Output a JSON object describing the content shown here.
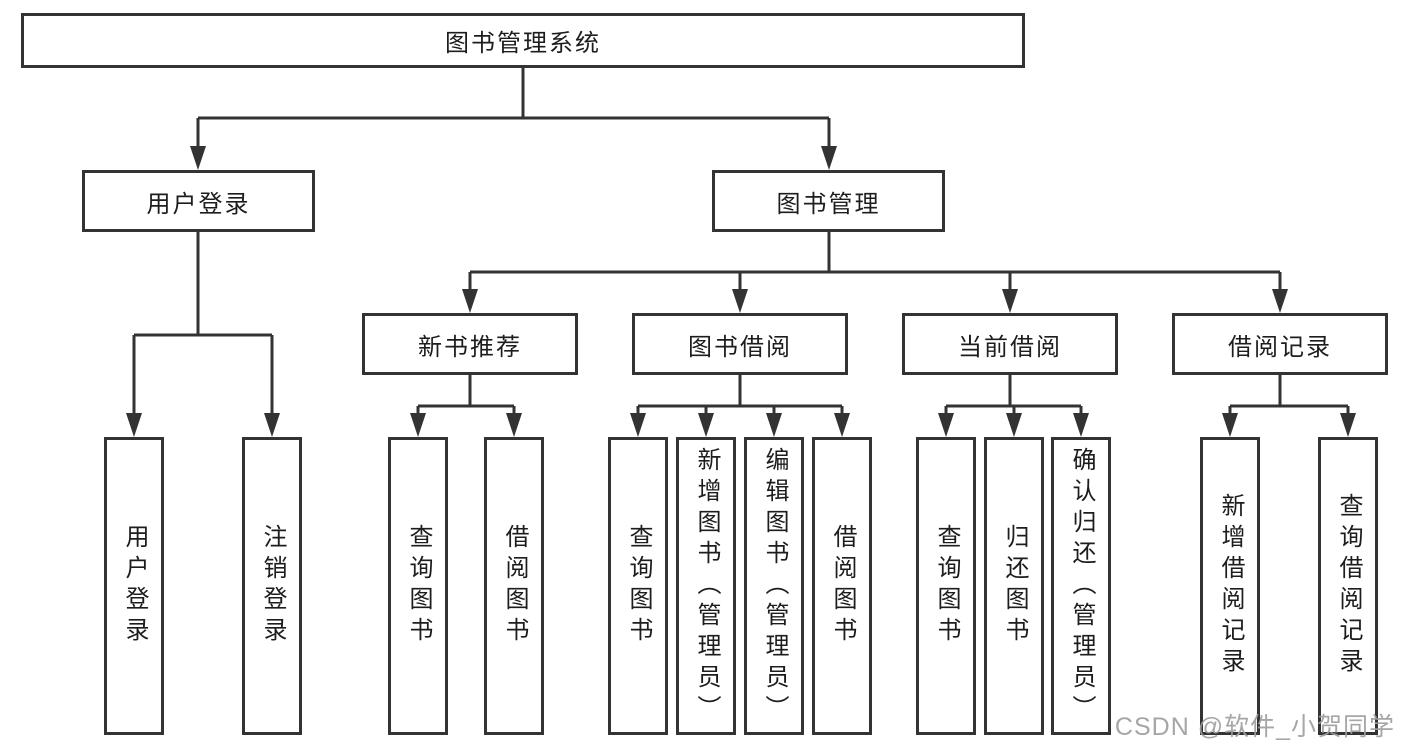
{
  "title": "图书管理系统",
  "colors": {
    "line": "#333333",
    "text": "#1d1d1d",
    "background": "#ffffff",
    "watermark": "#9e9e9e"
  },
  "nodes": {
    "root": "图书管理系统",
    "level2": [
      "用户登录",
      "图书管理"
    ],
    "level3": [
      "新书推荐",
      "图书借阅",
      "当前借阅",
      "借阅记录"
    ],
    "leaves": {
      "login": [
        "用户登录",
        "注销登录"
      ],
      "recommend": [
        "查询图书",
        "借阅图书"
      ],
      "borrow": [
        "查询图书",
        "新增图书（管理员）",
        "编辑图书（管理员）",
        "借阅图书"
      ],
      "current": [
        "查询图书",
        "归还图书",
        "确认归还（管理员）"
      ],
      "records": [
        "新增借阅记录",
        "查询借阅记录"
      ]
    }
  },
  "watermark": "CSDN @软件_小贺同学"
}
